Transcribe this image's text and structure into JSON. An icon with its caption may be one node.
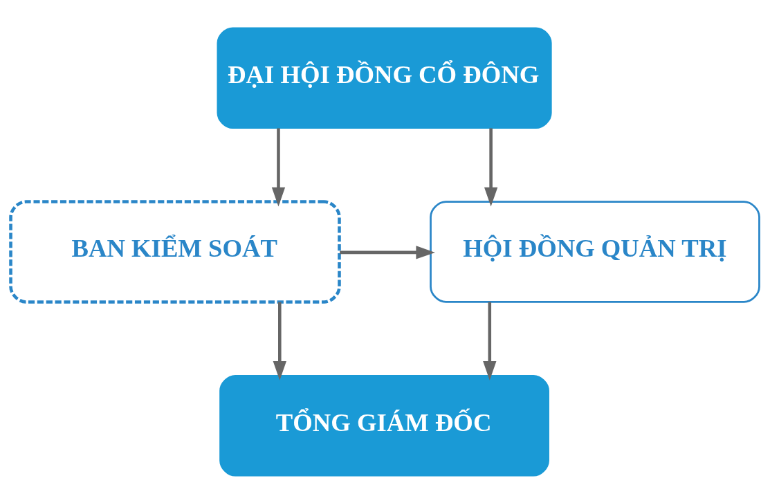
{
  "diagram": {
    "nodes": [
      {
        "text": [
          "ĐẠI HỘI ĐỒNG CỔ ĐÔNG"
        ]
      },
      {
        "text": [
          "BAN KIỂM SOÁT"
        ]
      },
      {
        "text": [
          "HỘI ĐỒNG QUẢN TRỊ"
        ]
      },
      {
        "text": [
          "TỔNG GIÁM ĐỐC"
        ]
      }
    ],
    "edges": [
      {
        "from": 0,
        "to": 1,
        "arrow": "to"
      },
      {
        "from": 0,
        "to": 2,
        "arrow": "to"
      },
      {
        "from": 1,
        "to": 2,
        "arrow": "to"
      },
      {
        "from": 1,
        "to": 3,
        "arrow": "to"
      },
      {
        "from": 2,
        "to": 3,
        "arrow": "to"
      }
    ]
  }
}
